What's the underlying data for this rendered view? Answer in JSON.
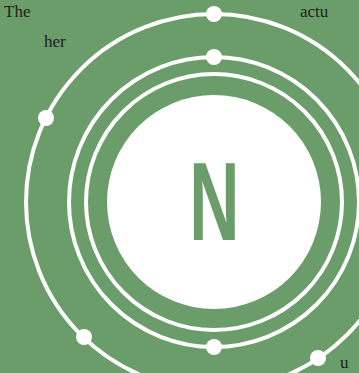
{
  "diagram": {
    "nodes": [
      {
        "text": [
          "N"
        ]
      }
    ],
    "labels": [
      "The",
      "her",
      "actu",
      "u"
    ]
  }
}
